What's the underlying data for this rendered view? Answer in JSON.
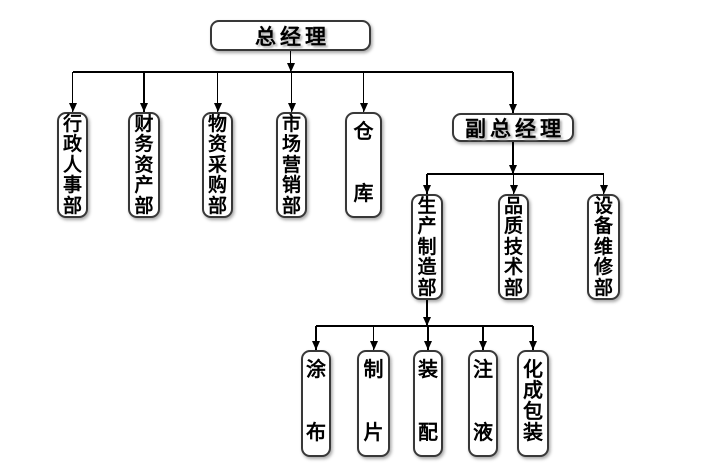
{
  "colors": {
    "background": "#ffffff",
    "line": "#000000",
    "node_border": "#383838",
    "node_fill": "#ffffff",
    "node_text": "#000000"
  },
  "org": {
    "nodes": [
      {
        "id": "general-manager",
        "label": "总经理",
        "parent": null,
        "type": "management"
      },
      {
        "id": "admin-hr-dept",
        "label": "行政人事部",
        "parent": "general-manager",
        "type": "department"
      },
      {
        "id": "finance-assets-dept",
        "label": "财务资产部",
        "parent": "general-manager",
        "type": "department"
      },
      {
        "id": "procurement-dept",
        "label": "物资采购部",
        "parent": "general-manager",
        "type": "department"
      },
      {
        "id": "marketing-dept",
        "label": "市场营销部",
        "parent": "general-manager",
        "type": "department"
      },
      {
        "id": "warehouse",
        "label": "仓库",
        "parent": "general-manager",
        "type": "department",
        "segments": [
          "仓",
          "库"
        ]
      },
      {
        "id": "deputy-general-manager",
        "label": "副总经理",
        "parent": "general-manager",
        "type": "management"
      },
      {
        "id": "production-dept",
        "label": "生产制造部",
        "parent": "deputy-general-manager",
        "type": "department"
      },
      {
        "id": "quality-tech-dept",
        "label": "品质技术部",
        "parent": "deputy-general-manager",
        "type": "department"
      },
      {
        "id": "equipment-maintenance-dept",
        "label": "设备维修部",
        "parent": "deputy-general-manager",
        "type": "department"
      },
      {
        "id": "coating",
        "label": "涂布",
        "parent": "production-dept",
        "type": "process",
        "segments": [
          "涂",
          "布"
        ]
      },
      {
        "id": "sheet-making",
        "label": "制片",
        "parent": "production-dept",
        "type": "process",
        "segments": [
          "制",
          "片"
        ]
      },
      {
        "id": "assembly",
        "label": "装配",
        "parent": "production-dept",
        "type": "process",
        "segments": [
          "装",
          "配"
        ]
      },
      {
        "id": "liquid-injection",
        "label": "注液",
        "parent": "production-dept",
        "type": "process",
        "segments": [
          "注",
          "液"
        ]
      },
      {
        "id": "formation-packaging",
        "label": "化成包装",
        "parent": "production-dept",
        "type": "process",
        "segments": [
          "化成",
          "包装"
        ]
      }
    ]
  }
}
